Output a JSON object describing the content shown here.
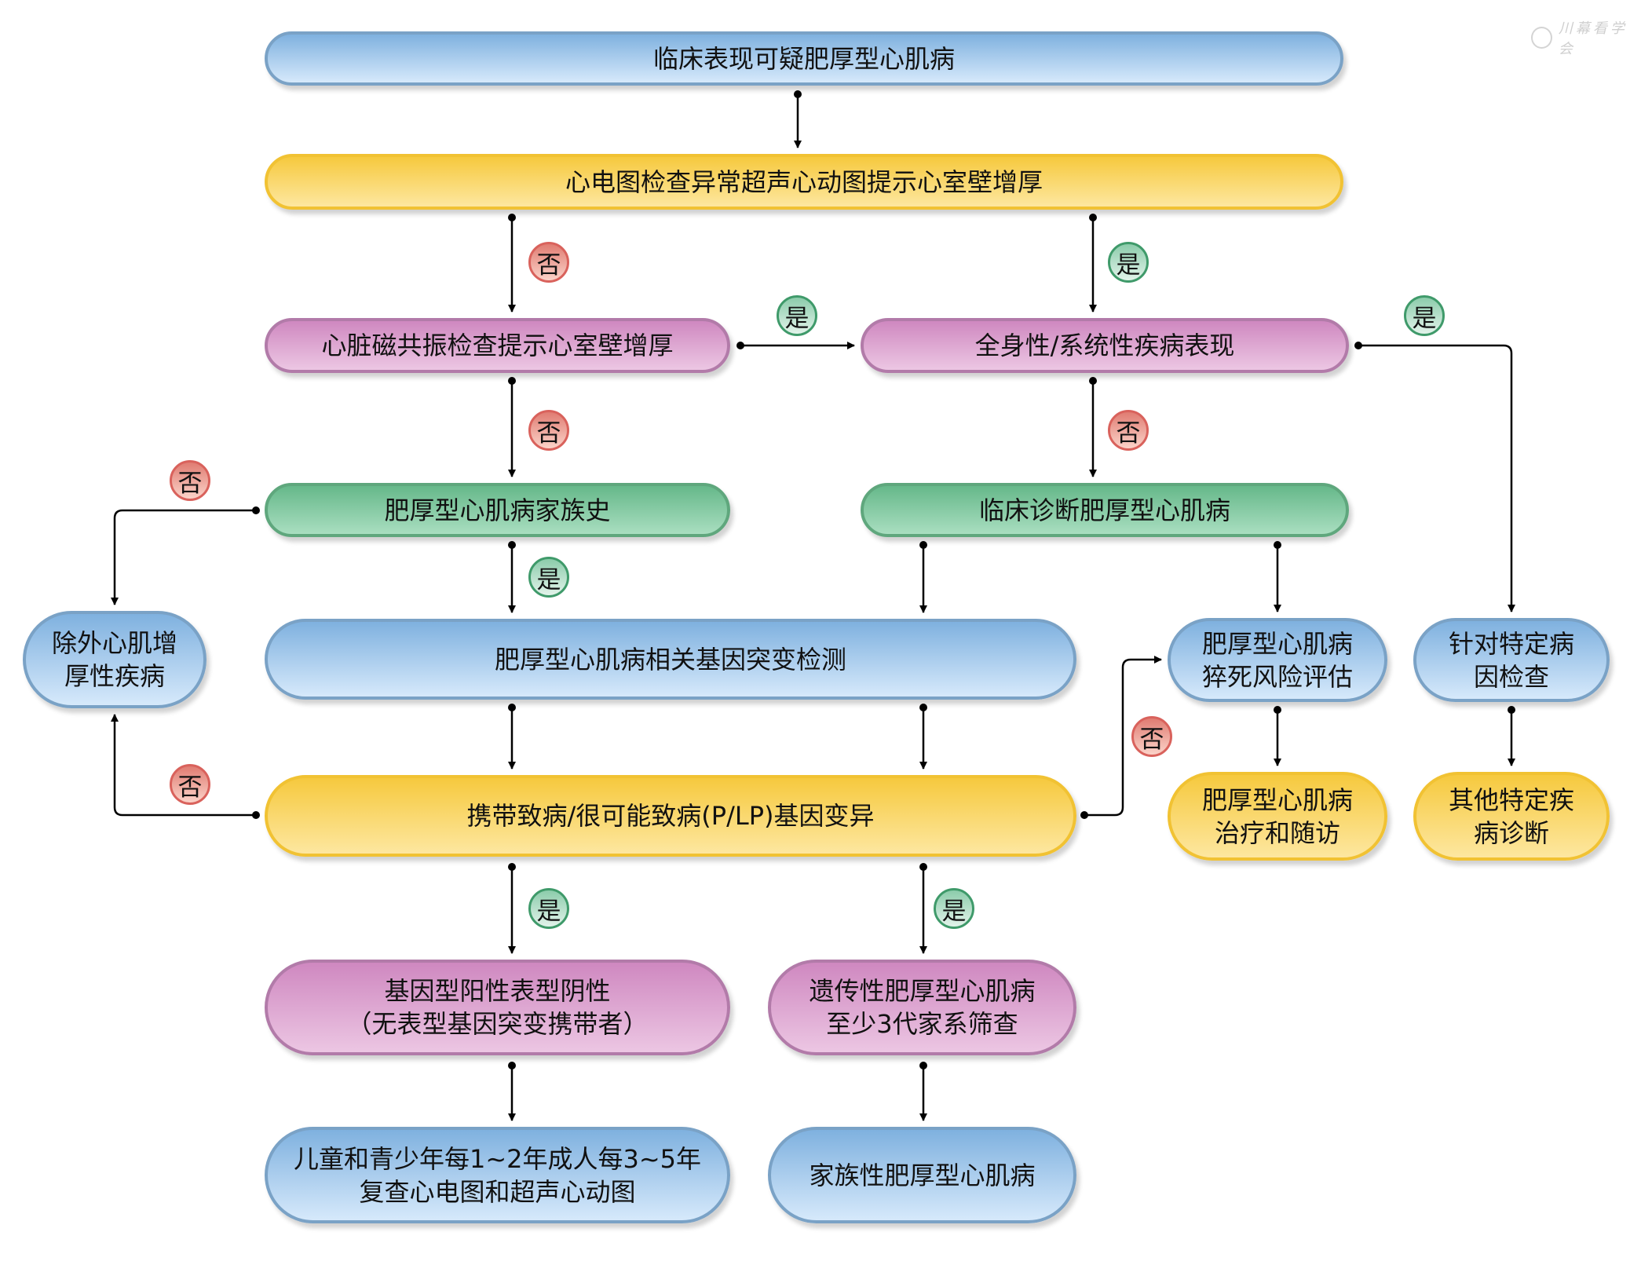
{
  "watermark": {
    "text": "川幕看学会",
    "icon": "seal-logo-icon"
  },
  "nodes": {
    "clinical_suspect": "临床表现可疑肥厚型心肌病",
    "ecg_echo": "心电图检查异常超声心动图提示心室壁增厚",
    "cmr": "心脏磁共振检查提示心室壁增厚",
    "systemic": "全身性/系统性疾病表现",
    "family_history": "肥厚型心肌病家族史",
    "clinical_dx": "临床诊断肥厚型心肌病",
    "exclude": "除外心肌增\n厚性疾病",
    "gene_test": "肥厚型心肌病相关基因突变检测",
    "risk_eval": "肥厚型心肌病\n猝死风险评估",
    "specific_exam": "针对特定病\n因检查",
    "plp_carrier": "携带致病/很可能致病(P/LP)基因变异",
    "treatment": "肥厚型心肌病\n治疗和随访",
    "other_dx": "其他特定疾\n病诊断",
    "g_pos_p_neg": "基因型阳性表型阴性\n（无表型基因突变携带者）",
    "hereditary": "遗传性肥厚型心肌病\n至少3代家系筛查",
    "followup": "儿童和青少年每1~2年成人每3~5年\n复查心电图和超声心动图",
    "familial": "家族性肥厚型心肌病"
  },
  "labels": {
    "yes": "是",
    "no": "否"
  },
  "colors": {
    "blue": "#7fb1df",
    "yellow": "#f6c93e",
    "pink": "#cf88c0",
    "green": "#66b88a",
    "yes_badge": "#3f9a6a",
    "no_badge": "#d9625c"
  },
  "edges": [
    {
      "from": "clinical_suspect",
      "to": "ecg_echo",
      "label": null
    },
    {
      "from": "ecg_echo",
      "to": "cmr",
      "label": "no"
    },
    {
      "from": "ecg_echo",
      "to": "systemic",
      "label": "yes"
    },
    {
      "from": "cmr",
      "to": "systemic",
      "label": "yes"
    },
    {
      "from": "cmr",
      "to": "family_history",
      "label": "no"
    },
    {
      "from": "systemic",
      "to": "clinical_dx",
      "label": "no"
    },
    {
      "from": "systemic",
      "to": "specific_exam",
      "label": "yes"
    },
    {
      "from": "family_history",
      "to": "exclude",
      "label": "no"
    },
    {
      "from": "family_history",
      "to": "gene_test",
      "label": "yes"
    },
    {
      "from": "clinical_dx",
      "to": "gene_test",
      "label": null
    },
    {
      "from": "clinical_dx",
      "to": "risk_eval",
      "label": null
    },
    {
      "from": "gene_test",
      "to": "plp_carrier",
      "label": null
    },
    {
      "from": "plp_carrier",
      "to": "exclude",
      "label": "no"
    },
    {
      "from": "plp_carrier",
      "to": "risk_eval",
      "label": "no"
    },
    {
      "from": "plp_carrier",
      "to": "g_pos_p_neg",
      "label": "yes"
    },
    {
      "from": "plp_carrier",
      "to": "hereditary",
      "label": "yes"
    },
    {
      "from": "risk_eval",
      "to": "treatment",
      "label": null
    },
    {
      "from": "specific_exam",
      "to": "other_dx",
      "label": null
    },
    {
      "from": "g_pos_p_neg",
      "to": "followup",
      "label": null
    },
    {
      "from": "hereditary",
      "to": "familial",
      "label": null
    }
  ]
}
